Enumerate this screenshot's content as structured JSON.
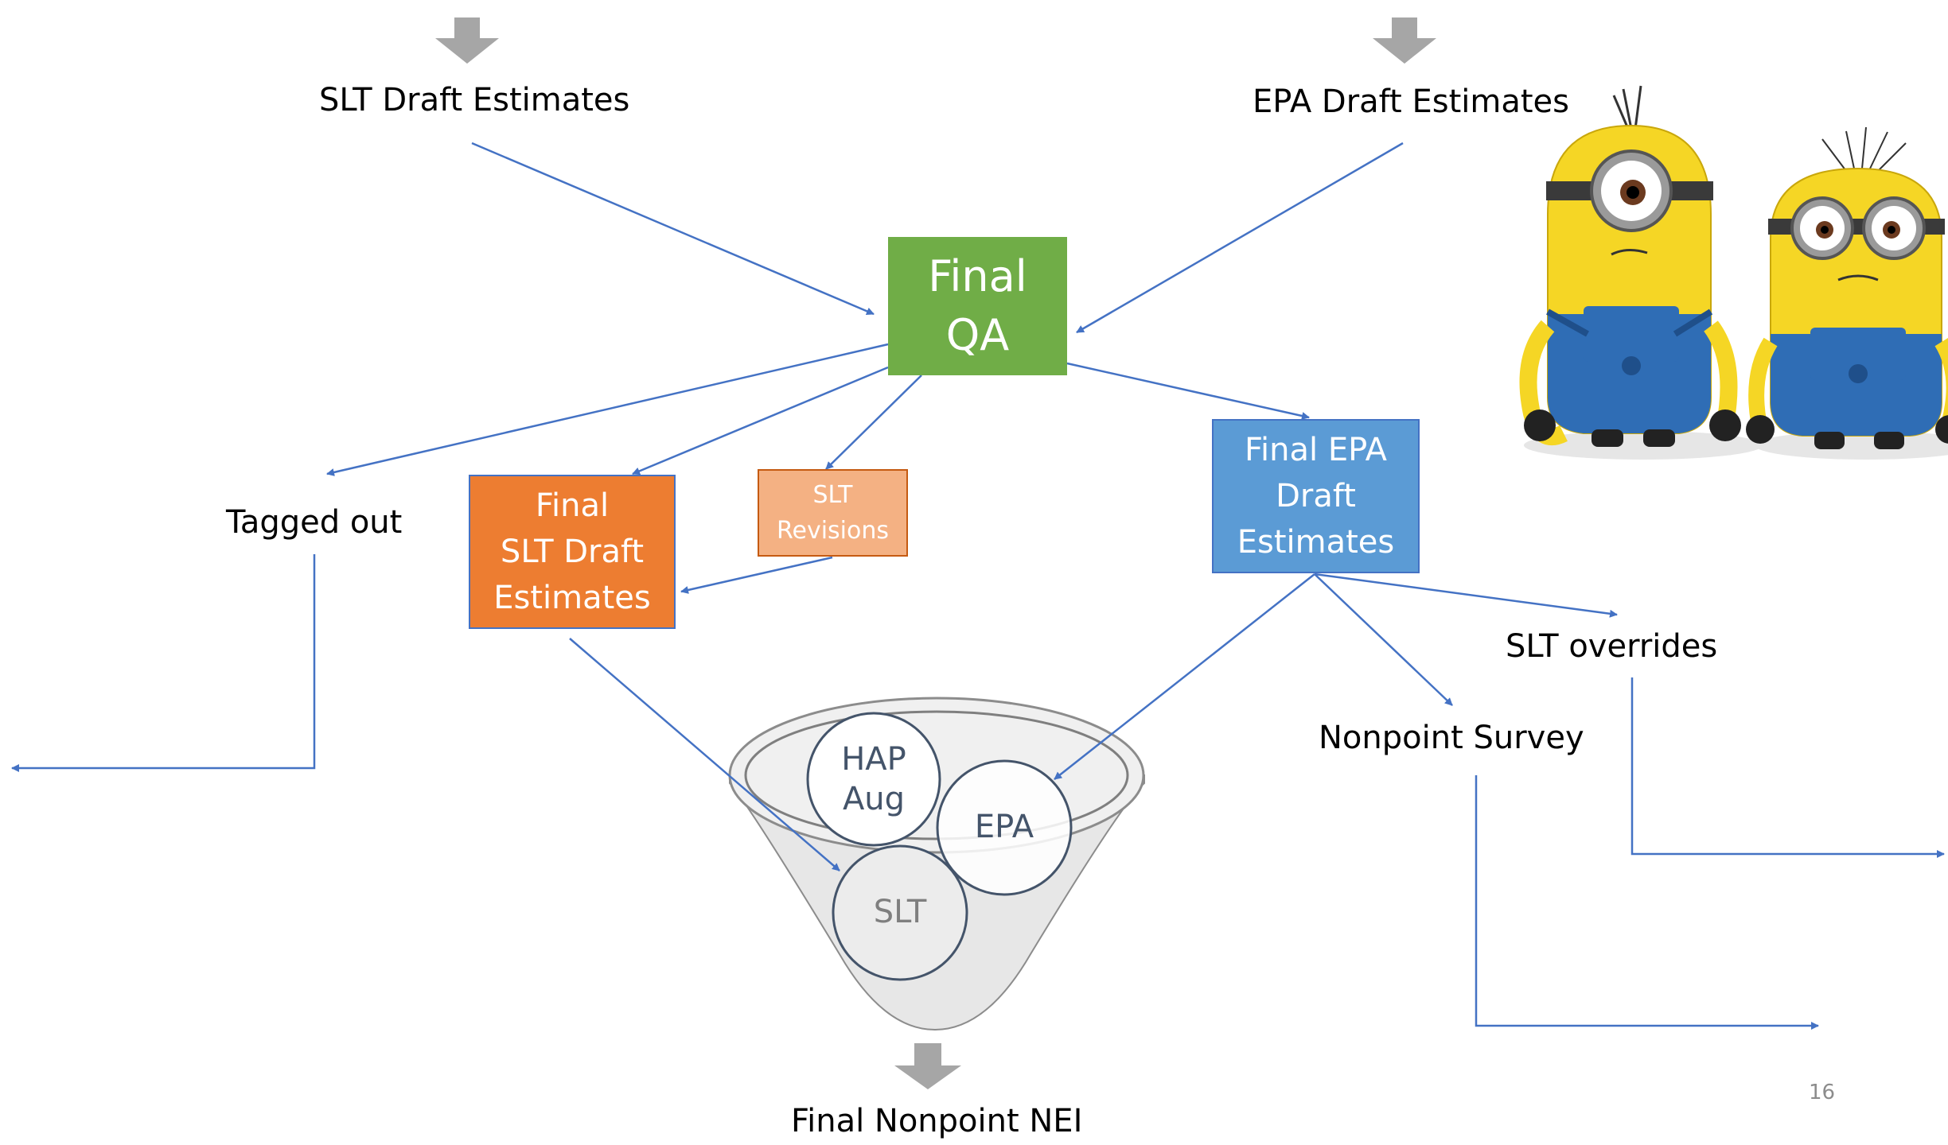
{
  "labels": {
    "slt_draft": "SLT Draft Estimates",
    "epa_draft": "EPA Draft Estimates",
    "tagged_out": "Tagged out",
    "slt_overrides": "SLT overrides",
    "nonpoint_survey": "Nonpoint Survey",
    "final_nei": "Final Nonpoint NEI",
    "page_number": "16"
  },
  "boxes": {
    "final_qa": "Final\nQA",
    "final_slt": "Final\nSLT Draft\nEstimates",
    "slt_revisions": "SLT\nRevisions",
    "final_epa": "Final EPA\nDraft\nEstimates"
  },
  "funnel": {
    "hap_aug": "HAP\nAug",
    "epa": "EPA",
    "slt": "SLT"
  },
  "colors": {
    "final_qa": "#70ad47",
    "final_slt": "#ed7d31",
    "slt_revisions": "#f4b183",
    "final_epa": "#5b9bd5",
    "arrow": "#4472c4",
    "block_arrow": "#a6a6a6"
  },
  "picture": "two-minions-illustration"
}
